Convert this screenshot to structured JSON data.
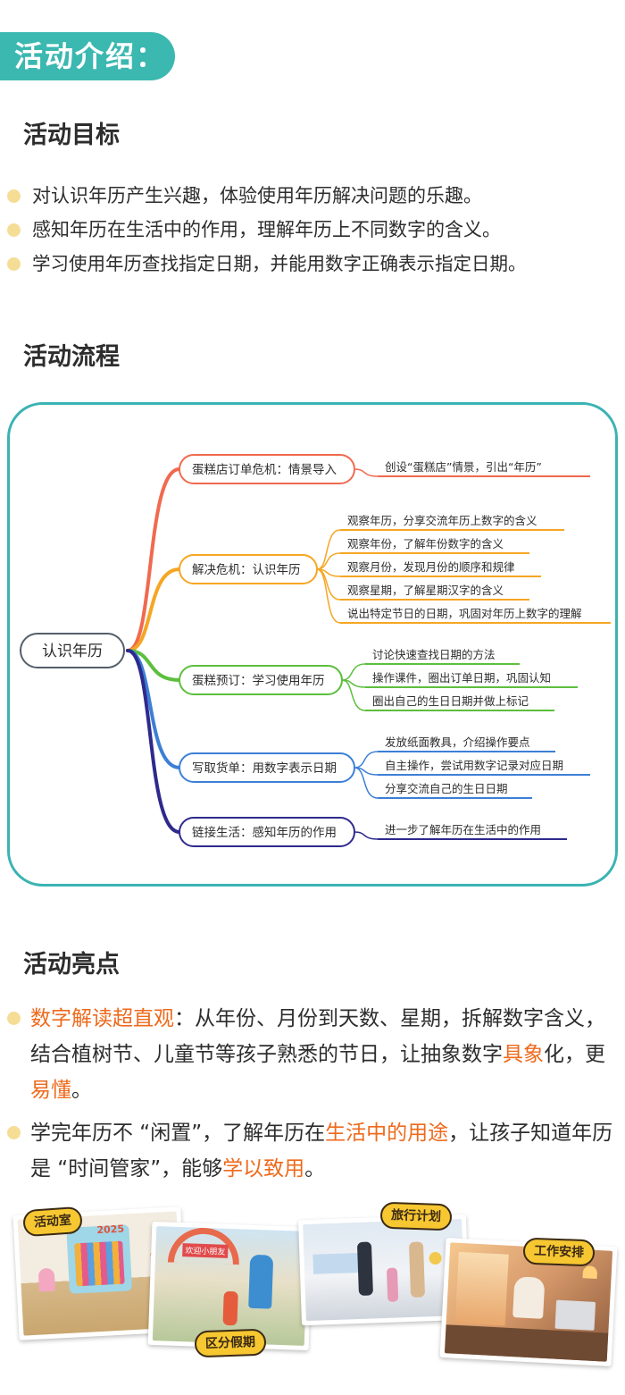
{
  "header": {
    "title": "活动介绍："
  },
  "sections": {
    "goals_title": "活动目标",
    "flow_title": "活动流程",
    "highlights_title": "活动亮点"
  },
  "goals": [
    "对认识年历产生兴趣，体验使用年历解决问题的乐趣。",
    "感知年历在生活中的作用，理解年历上不同数字的含义。",
    "学习使用年历查找指定日期，并能用数字正确表示指定日期。"
  ],
  "mindmap": {
    "root": "认识年历",
    "branches": [
      {
        "label": "蛋糕店订单危机：情景导入",
        "color": "#f06a4f",
        "leaves": [
          "创设“蛋糕店”情景，引出“年历”"
        ]
      },
      {
        "label": "解决危机：认识年历",
        "color": "#f5a623",
        "leaves": [
          "观察年历，分享交流年历上数字的含义",
          "观察年份，了解年份数字的含义",
          "观察月份，发现月份的顺序和规律",
          "观察星期，了解星期汉字的含义",
          "说出特定节日的日期，巩固对年历上数字的理解"
        ]
      },
      {
        "label": "蛋糕预订：学习使用年历",
        "color": "#5cbf3e",
        "leaves": [
          "讨论快速查找日期的方法",
          "操作课件，圈出订单日期，巩固认知",
          "圈出自己的生日日期并做上标记"
        ]
      },
      {
        "label": "写取货单：用数字表示日期",
        "color": "#3d7fd6",
        "leaves": [
          "发放纸面教具，介绍操作要点",
          "自主操作，尝试用数字记录对应日期",
          "分享交流自己的生日日期"
        ]
      },
      {
        "label": "链接生活：感知年历的作用",
        "color": "#2e2a8c",
        "leaves": [
          "进一步了解年历在生活中的作用"
        ]
      }
    ]
  },
  "highlights": [
    {
      "parts": [
        {
          "text": "数字解读超直观",
          "hl": true
        },
        {
          "text": "：从年份、月份到天数、星期，拆解数字含义，结合植树节、儿童节等孩子熟悉的节日，让抽象数字",
          "hl": false
        },
        {
          "text": "具象",
          "hl": true
        },
        {
          "text": "化，更",
          "hl": false
        },
        {
          "text": "易懂",
          "hl": true
        },
        {
          "text": "。",
          "hl": false
        }
      ]
    },
    {
      "parts": [
        {
          "text": "学完年历不 “闲置”，了解年历在",
          "hl": false
        },
        {
          "text": "生活中的用途",
          "hl": true
        },
        {
          "text": "，让孩子知道年历是 “时间管家”，能够",
          "hl": false
        },
        {
          "text": "学以致用",
          "hl": true
        },
        {
          "text": "。",
          "hl": false
        }
      ]
    }
  ],
  "photos": {
    "tags": [
      "活动室",
      "区分假期",
      "旅行计划",
      "工作安排"
    ],
    "calendar_year": "2025",
    "kindergarten_sign": "欢迎小朋友"
  },
  "colors": {
    "teal": "#3bb8b0",
    "accent_orange": "#ee6a1c",
    "marker_yellow": "#f7d88a"
  }
}
